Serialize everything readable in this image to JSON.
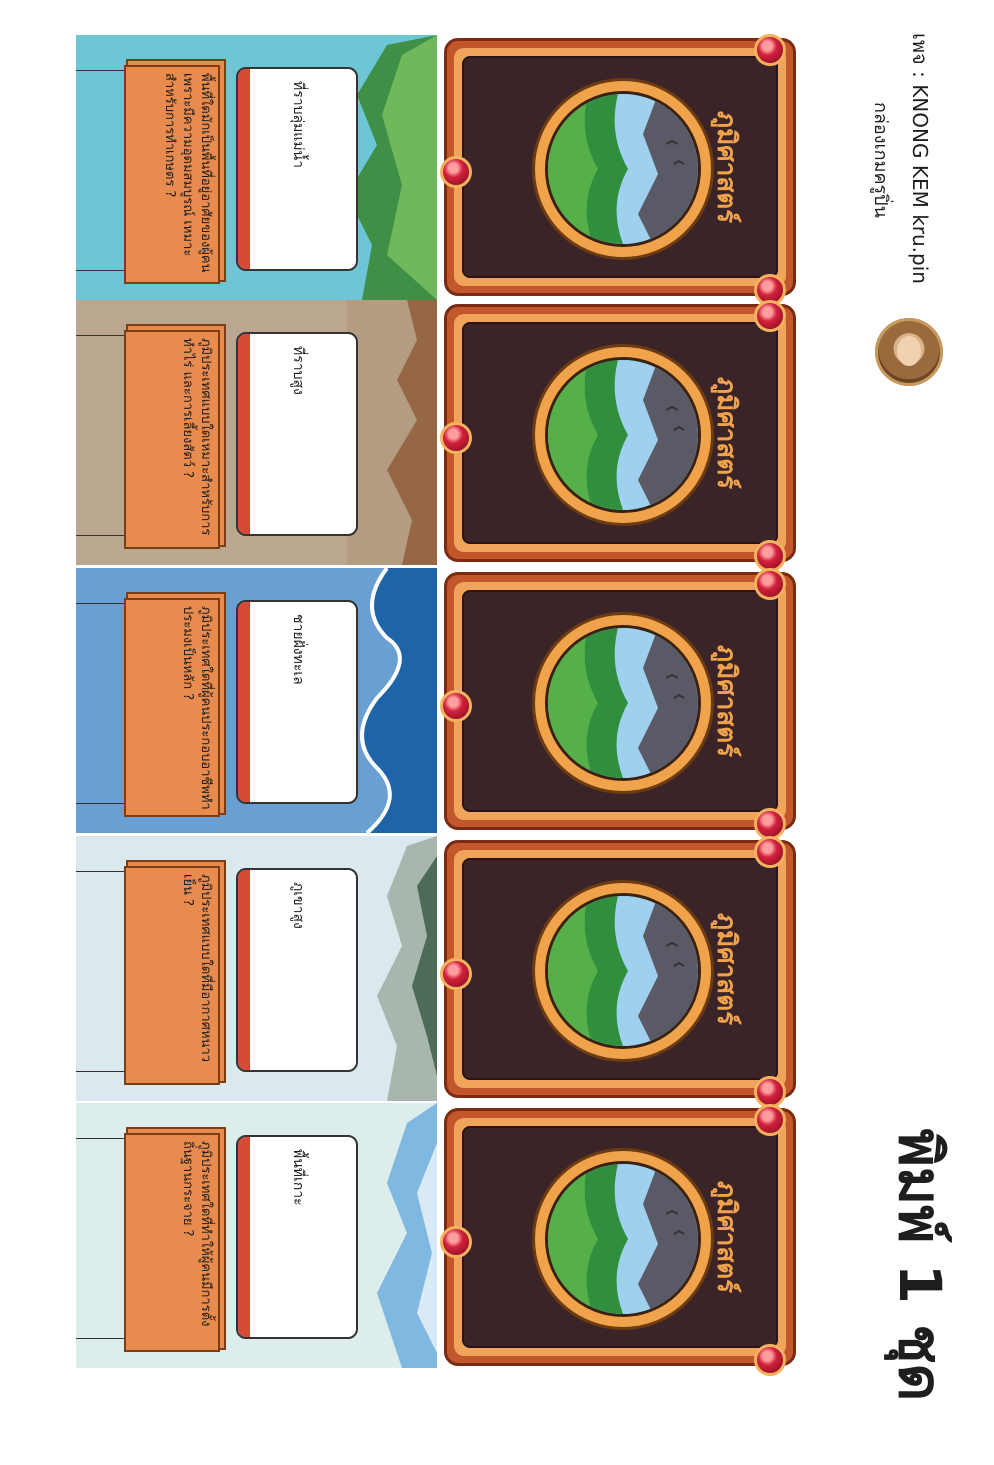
{
  "header": {
    "title": "พิมพ์ 1 ชุด",
    "credit": "เพจ : KNONG KEM kru.pin",
    "brand": "กล่องเกมครูปิ่น"
  },
  "questions": [
    {
      "text": "พื้นที่ใดมักเป็นพื้นที่อยู่อาศัยของผู้คน เพราะมีความอุดมสมบูรณ์ เหมาะสำหรับการทำเกษตร ?",
      "answer": "ที่ราบลุ่มแม่น้ำ",
      "theme": "mountain"
    },
    {
      "text": "ภูมิประเทศแบบใดเหมาะสำหรับการทำไร่ และการเลี้ยงสัตว์ ?",
      "answer": "ที่ราบสูง",
      "theme": "desert"
    },
    {
      "text": "ภูมิประเทศใดที่ผู้คนประกอบอาชีพทำประมงเป็นหลัก ?",
      "answer": "ชายฝั่งทะเล",
      "theme": "sea"
    },
    {
      "text": "ภูมิประเทศแบบใดที่มีอากาศหนาวเย็น ?",
      "answer": "ภูเขาสูง",
      "theme": "snow"
    },
    {
      "text": "ภูมิประเทศใดที่ทำให้ผู้คนมีการตั้งถิ่นฐานกระจาย ?",
      "answer": "พื้นที่เกาะ",
      "theme": "ice"
    }
  ],
  "cards": [
    {
      "title": "ภูมิศาสตร์"
    },
    {
      "title": "ภูมิศาสตร์"
    },
    {
      "title": "ภูมิศาสตร์"
    },
    {
      "title": "ภูมิศาสตร์"
    },
    {
      "title": "ภูมิศาสตร์"
    }
  ],
  "colors": {
    "mountain_bg": "#6cc6d6",
    "desert_bg": "#bba78f",
    "sea_bg": "#6a9fd2",
    "snow_bg": "#dbe9ee",
    "ice_bg": "#dcedec",
    "card_frame": "#c1572a",
    "card_inner": "#3a2428",
    "card_accent": "#f0a34a"
  }
}
